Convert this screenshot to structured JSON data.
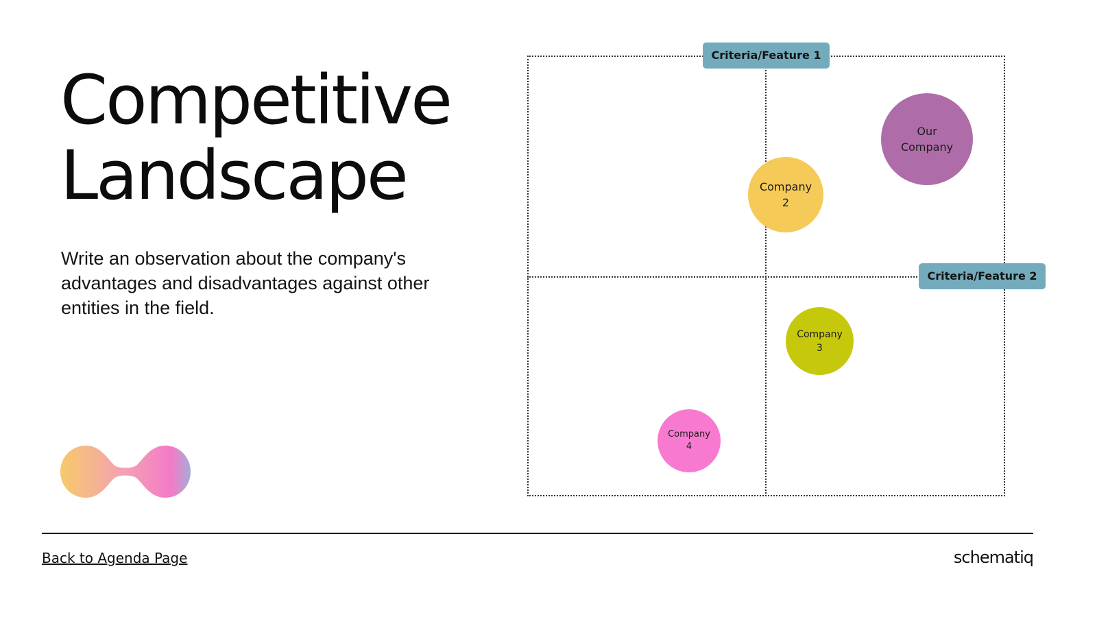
{
  "title": {
    "line1": "Competitive",
    "line2": "Landscape"
  },
  "observation": "Write an observation about the company's advantages and disadvantages against other entities in the field.",
  "decoration": {
    "icon": "gradient-blob-icon",
    "colors": [
      "#f7c96b",
      "#f3a0b4",
      "#f47ac8",
      "#a5acd6"
    ]
  },
  "matrix": {
    "criteria_1": "Criteria/Feature 1",
    "criteria_2": "Criteria/Feature 2",
    "criteria_color": "#73abbc",
    "companies": [
      {
        "label": "Our\nCompany",
        "color": "#ae6da8"
      },
      {
        "label": "Company\n2",
        "color": "#f6ca58"
      },
      {
        "label": "Company\n3",
        "color": "#c6c90b"
      },
      {
        "label": "Company\n4",
        "color": "#f87ad0"
      }
    ]
  },
  "footer": {
    "back_link": "Back to Agenda Page",
    "brand": "schematiq"
  }
}
